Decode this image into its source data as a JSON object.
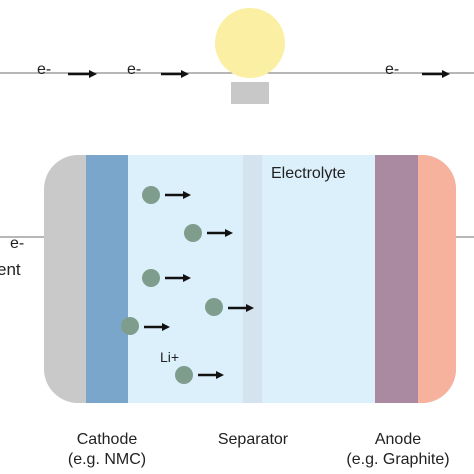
{
  "diagram": {
    "electron_label": "e-",
    "partial_left_label": "ent",
    "electrolyte_label": "Electrolyte",
    "ion_label": "Li+",
    "cathode": {
      "name": "Cathode",
      "material": "(e.g. NMC)"
    },
    "separator": {
      "name": "Separator"
    },
    "anode": {
      "name": "Anode",
      "material": "(e.g. Graphite)"
    },
    "colors": {
      "wire": "#8c8c8c",
      "bulb_glass": "#fbefa3",
      "bulb_base": "#c8c8c8",
      "casing": "#c9c9c9",
      "cathode": "#7ba6cc",
      "electrolyte": "#dcf0fb",
      "separator": "#d5e3ee",
      "anode": "#a98aa0",
      "anode_collector": "#f7b29e",
      "ion": "#7f9d8d",
      "arrow": "#111111"
    }
  }
}
